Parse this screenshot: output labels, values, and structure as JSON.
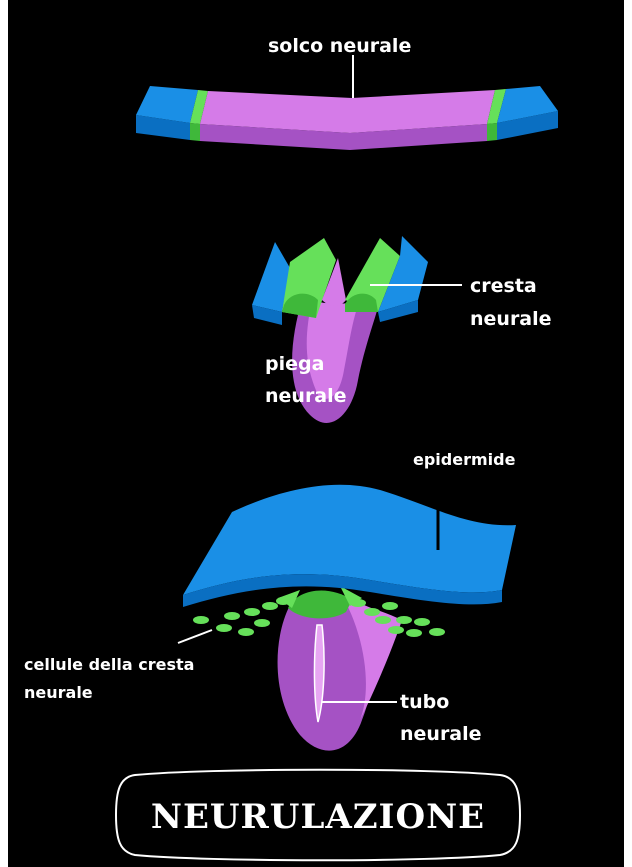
{
  "labels": {
    "solco_neurale": "solco neurale",
    "cresta_line1": "cresta",
    "cresta_line2": "neurale",
    "piega_line1": "piega",
    "piega_line2": "neurale",
    "epidermide": "epidermide",
    "cellule_line1": "cellule della cresta",
    "cellule_line2": "neurale",
    "tubo_line1": "tubo",
    "tubo_line2": "neurale"
  },
  "title": "NEURULAZIONE",
  "colors": {
    "background": "#000000",
    "epidermis_blue": "#1a8fe6",
    "epidermis_blue_dark": "#0a6fc2",
    "crest_green": "#66e05a",
    "crest_green_dark": "#3fb83a",
    "neural_violet": "#d57be8",
    "neural_violet_dark": "#a552c4",
    "label_white": "#ffffff"
  }
}
